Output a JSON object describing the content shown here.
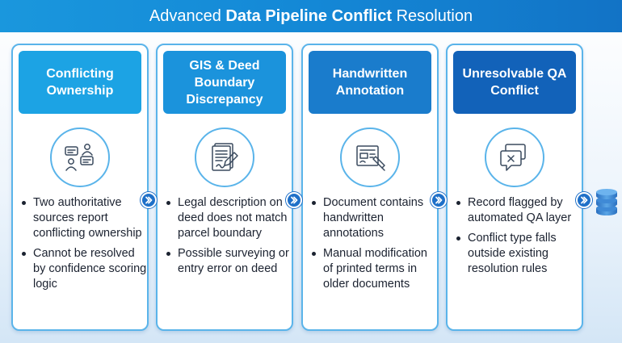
{
  "title": {
    "prefix": "Advanced ",
    "bold": "Data Pipeline Conflict",
    "suffix": " Resolution"
  },
  "colors": {
    "banner": "#1a8fd9",
    "card_border": "#5ab4ea",
    "arrow": "#1f70c8"
  },
  "cards": [
    {
      "header": "Conflicting Ownership",
      "header_color": "#1ca3e4",
      "icon": "people-chat-icon",
      "bullets": [
        "Two authoritative sources report conflicting ownership",
        "Cannot be resolved by confidence scoring logic"
      ]
    },
    {
      "header": "GIS & Deed Boundary Discrepancy",
      "header_color": "#1b93dc",
      "icon": "document-signature-icon",
      "bullets": [
        "Legal description on deed does not match parcel boundary",
        "Possible surveying or entry error on deed"
      ]
    },
    {
      "header": "Handwritten Annotation",
      "header_color": "#1a7ccc",
      "icon": "document-pen-icon",
      "bullets": [
        "Document contains handwritten annotations",
        "Manual modification of printed terms in older documents"
      ]
    },
    {
      "header": "Unresolvable QA Conflict",
      "header_color": "#1262b9",
      "icon": "conflict-message-icon",
      "bullets": [
        "Record flagged by automated QA layer",
        "Conflict type falls outside existing resolution rules"
      ]
    }
  ],
  "end_icon": "database-icon"
}
